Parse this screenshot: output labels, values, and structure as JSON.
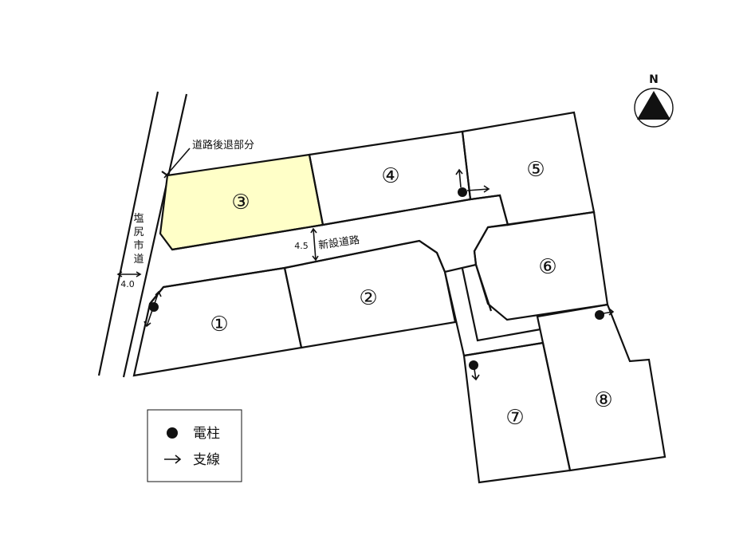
{
  "lots": [
    {
      "id": "lot-1",
      "label": "①",
      "highlighted": false
    },
    {
      "id": "lot-2",
      "label": "②",
      "highlighted": false
    },
    {
      "id": "lot-3",
      "label": "③",
      "highlighted": true
    },
    {
      "id": "lot-4",
      "label": "④",
      "highlighted": false
    },
    {
      "id": "lot-5",
      "label": "⑤",
      "highlighted": false
    },
    {
      "id": "lot-6",
      "label": "⑥",
      "highlighted": false
    },
    {
      "id": "lot-7",
      "label": "⑦",
      "highlighted": false
    },
    {
      "id": "lot-8",
      "label": "⑧",
      "highlighted": false
    }
  ],
  "labels": {
    "setback": "道路後退部分",
    "city_road": "塩尻市道",
    "city_road_width": "4.0",
    "new_road": "新設道路",
    "new_road_width": "4.5",
    "north": "N"
  },
  "legend": {
    "pole_label": "電柱",
    "guy_wire_label": "支線"
  },
  "colors": {
    "highlight": "#ffffc8",
    "line": "#111111"
  },
  "icons": {
    "pole": "filled-circle",
    "guy_wire": "arrow-right",
    "compass": "north-arrow-triangle"
  }
}
